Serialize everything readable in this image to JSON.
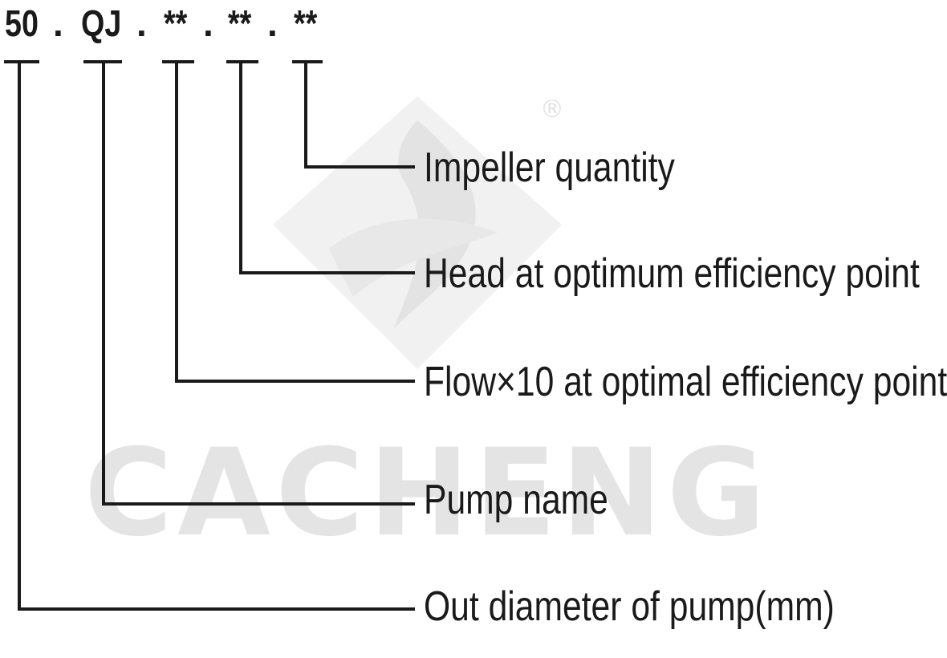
{
  "watermark": {
    "brand": "CACHENG",
    "registered": "®"
  },
  "code": {
    "parts": [
      "50",
      "QJ",
      "**",
      "**",
      "**"
    ],
    "separator": "."
  },
  "labels": {
    "impeller_quantity": "Impeller quantity",
    "head": "Head at optimum efficiency point",
    "flow": "Flow×10 at optimal efficiency point",
    "pump_name": "Pump name",
    "out_diameter": "Out diameter of pump(mm)"
  }
}
